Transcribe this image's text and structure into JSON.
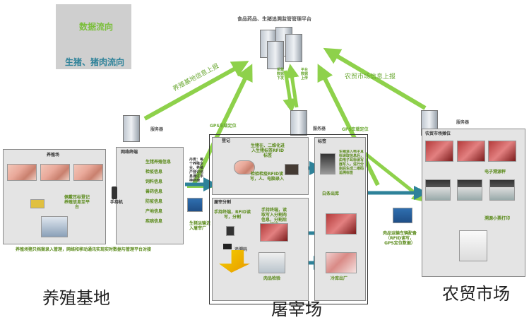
{
  "legend": {
    "data_flow": "数据流向",
    "pork_flow": "生猪、猪肉流向"
  },
  "platform": {
    "title": "食品药品、生猪追溯监管管理平台"
  },
  "labels": {
    "farm_report": "养殖基地信息上报",
    "market_report": "农贸市场信息上报",
    "gps_left": "GPS车载定位",
    "gps_right": "GPS车载定位",
    "server_left": "服务器",
    "server_mid": "服务器",
    "server_right": "服务器",
    "sync_down": "采集数据下发",
    "sync_up": "平台数据上传",
    "farm_network_desc": "丹麦：每个养殖企业、养殖户登记信息通过手持终端PDA+互联网实时上传",
    "farm_bottom_note": "养殖场猪只档案录入管理，网络和移动通讯实现实时数据与管理平台对接",
    "pig_to_slaughter": "生猪运输进入屠宰厂",
    "pork_transport": "肉品运输车辆配备（RFID读写，GPS定位数据）"
  },
  "farm": {
    "box_title": "养殖场",
    "ear_tag_note": "佩戴耳标登记养殖信息至平台",
    "reader": "手持机",
    "network_title": "网络终端",
    "items": [
      "生猪养殖信息",
      "检疫信息",
      "饲料信息",
      "兽药信息",
      "防疫信息",
      "产地信息",
      "疾病信息"
    ]
  },
  "slaughter": {
    "reg_title": "登记",
    "reg_text": "生猪在、二维化进入生猪标签RFID标签",
    "check_text": "检验检疫RFID读写，人、电脑录入",
    "mark_title": "标签",
    "mark_text": "生猪进入电子耳标读取信息后，由电子耳标读写器写入，进行分割后生成二维码追溯标签",
    "carcass_text": "白条出库",
    "split_title": "屠宰分割",
    "split_text1": "手持终端，RFID读写，分割",
    "split_text2": "手持终端，读取写入分割肉信息，分割后打印",
    "lab_text": "肉品检验",
    "trace_code": "追溯码",
    "cold_store": "冷库出厂"
  },
  "market": {
    "box_title": "农贸市场摊位",
    "scale_text": "电子溯源秤",
    "ticket_text": "溯源小票打印"
  },
  "sections": {
    "farm": "养殖基地",
    "slaughter": "屠宰场",
    "market": "农贸市场"
  },
  "colors": {
    "green_arrow": "#8ed14b",
    "blue_arrow": "#2e8299",
    "panel": "#e4e4e4",
    "label_green": "#5a8a1a"
  }
}
